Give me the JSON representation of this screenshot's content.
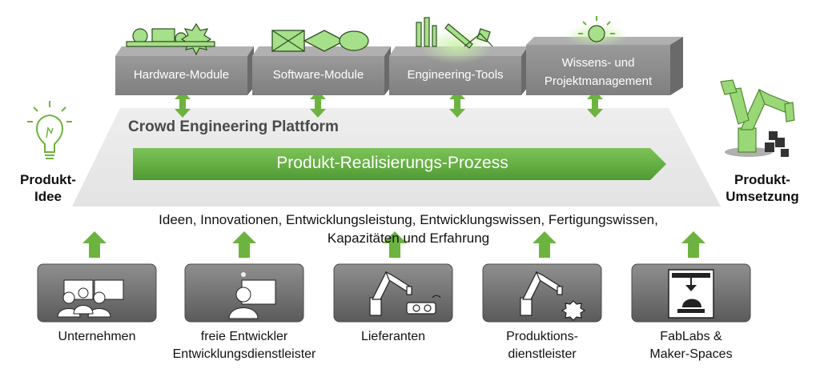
{
  "modules": [
    {
      "label": "Hardware-Module",
      "icon": "gears-icon"
    },
    {
      "label": "Software-Module",
      "icon": "network-icon"
    },
    {
      "label": "Engineering-Tools",
      "icon": "tools-icon"
    },
    {
      "label_line1": "Wissens- und",
      "label_line2": "Projektmanagement",
      "icon": "idea-icon"
    }
  ],
  "platform": {
    "title": "Crowd Engineering Plattform",
    "process": "Produkt-Realisierungs-Prozess"
  },
  "left": {
    "line1": "Produkt-",
    "line2": "Idee"
  },
  "right": {
    "line1": "Produkt-",
    "line2": "Umsetzung"
  },
  "contributions": {
    "line1": "Ideen, Innovationen, Entwicklungsleistung, Entwicklungswissen, Fertigungswissen,",
    "line2": "Kapazitäten und Erfahrung"
  },
  "contributors": [
    {
      "line1": "Unternehmen",
      "icon": "group-icon"
    },
    {
      "line1": "freie Entwickler",
      "line2": "Entwicklungsdienstleister",
      "icon": "person-icon"
    },
    {
      "line1": "Lieferanten",
      "icon": "robot-arm-icon"
    },
    {
      "line1": "Produktions-",
      "line2": "dienstleister",
      "icon": "robot-arm-gear-icon"
    },
    {
      "line1": "FabLabs &",
      "line2": "Maker-Spaces",
      "icon": "3d-printer-icon"
    }
  ],
  "colors": {
    "green": "#6db33f",
    "green_light": "#a6e08a",
    "module_gray": "#8c8c8c",
    "platform_gray": "#e9e9e9"
  }
}
